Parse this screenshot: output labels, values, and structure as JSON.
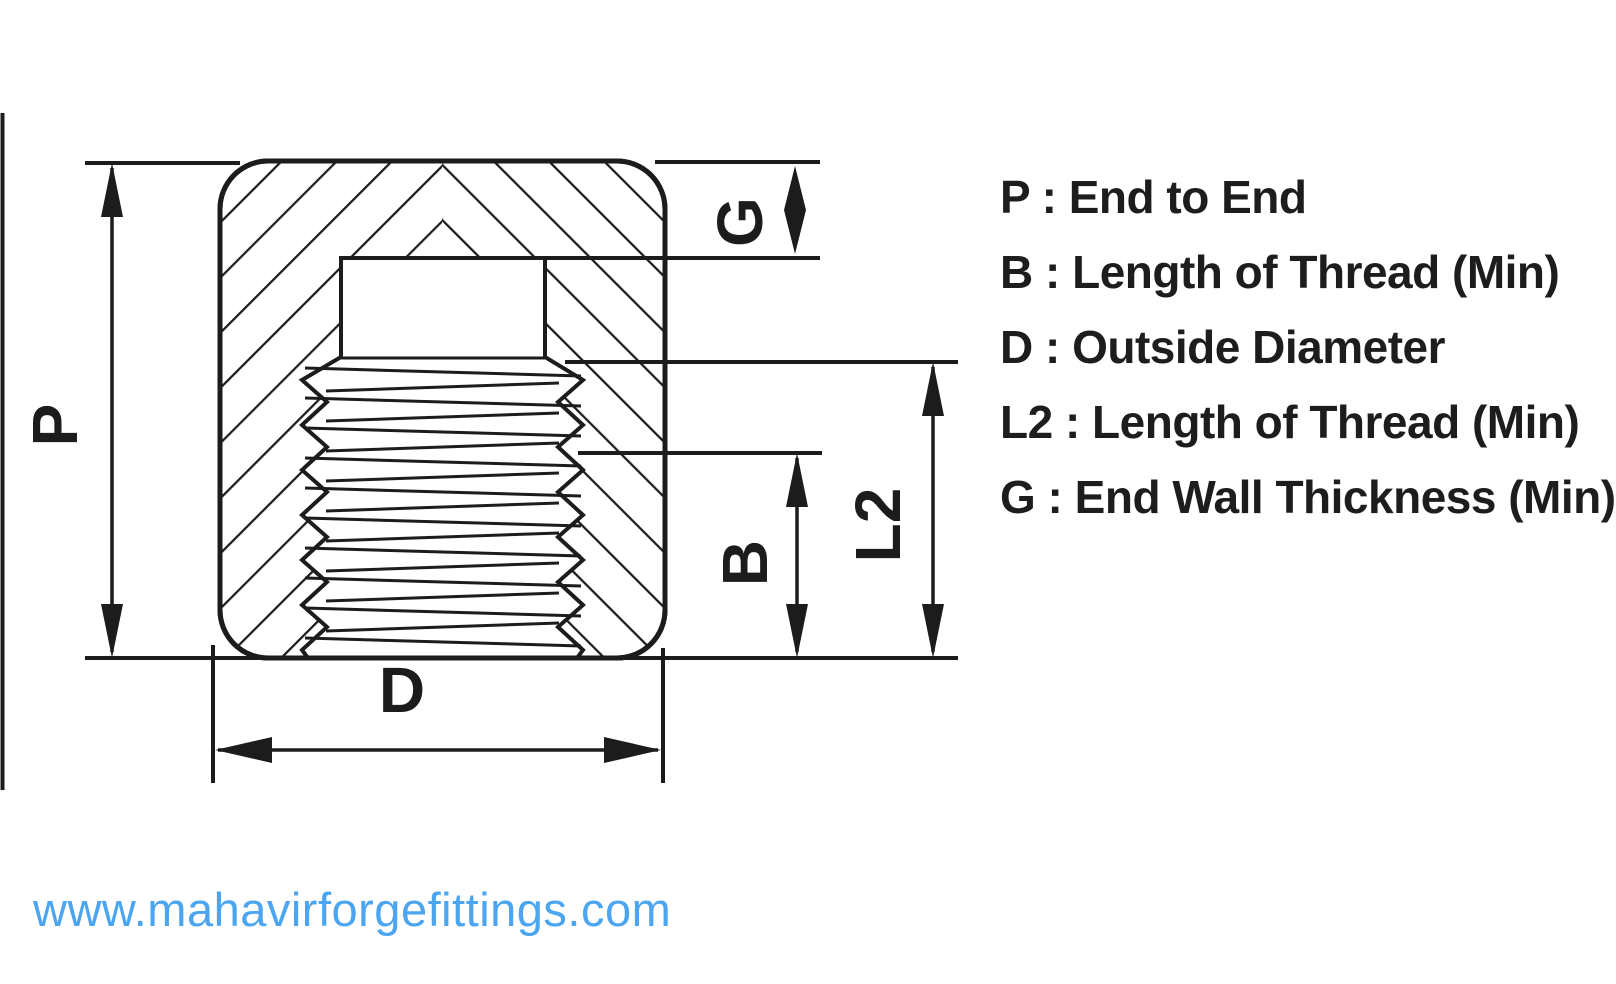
{
  "colors": {
    "ink": "#1c1c1c",
    "url_blue": "#4ba5f0",
    "background": "#ffffff"
  },
  "drawing": {
    "dimension_labels": {
      "p": "P",
      "b": "B",
      "d": "D",
      "l2": "L2",
      "g": "G"
    }
  },
  "legend": {
    "items": [
      {
        "text": "P : End to End"
      },
      {
        "text": "B : Length of Thread (Min)"
      },
      {
        "text": "D : Outside Diameter"
      },
      {
        "text": "L2 : Length of Thread (Min)"
      },
      {
        "text": "G : End Wall Thickness (Min)"
      }
    ]
  },
  "footer": {
    "website": "www.mahavirforgefittings.com"
  }
}
